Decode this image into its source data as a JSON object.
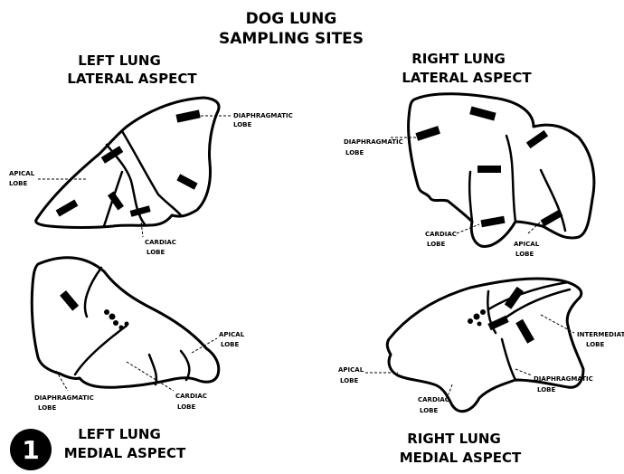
{
  "title": {
    "line1": "DOG LUNG",
    "line2": "SAMPLING SITES"
  },
  "figure_number": "1",
  "panels": {
    "left_lateral": {
      "caption1": "LEFT LUNG",
      "caption2": "LATERAL ASPECT",
      "labels": {
        "diaphragmatic": "DIAPHRAGMATIC",
        "diaphragmatic_2": "LOBE",
        "apical": "APICAL",
        "apical_2": "LOBE",
        "cardiac": "CARDIAC",
        "cardiac_2": "LOBE"
      }
    },
    "right_lateral": {
      "caption1": "RIGHT LUNG",
      "caption2": "LATERAL ASPECT",
      "labels": {
        "diaphragmatic": "DIAPHRAGMATIC",
        "diaphragmatic_2": "LOBE",
        "cardiac": "CARDIAC",
        "cardiac_2": "LOBE",
        "apical": "APICAL",
        "apical_2": "LOBE"
      }
    },
    "left_medial": {
      "caption1": "LEFT LUNG",
      "caption2": "MEDIAL ASPECT",
      "labels": {
        "apical": "APICAL",
        "apical_2": "LOBE",
        "diaphragmatic": "DIAPHRAGMATIC",
        "diaphragmatic_2": "LOBE",
        "cardiac": "CARDIAC",
        "cardiac_2": "LOBE"
      }
    },
    "right_medial": {
      "caption1": "RIGHT LUNG",
      "caption2": "MEDIAL ASPECT",
      "labels": {
        "intermediate": "INTERMEDIATE",
        "intermediate_2": "LOBE",
        "apical": "APICAL",
        "apical_2": "LOBE",
        "diaphragmatic": "DIAPHRAGMATIC",
        "diaphragmatic_2": "LOBE",
        "cardiac": "CARDIAC",
        "cardiac_2": "LOBE"
      }
    }
  }
}
